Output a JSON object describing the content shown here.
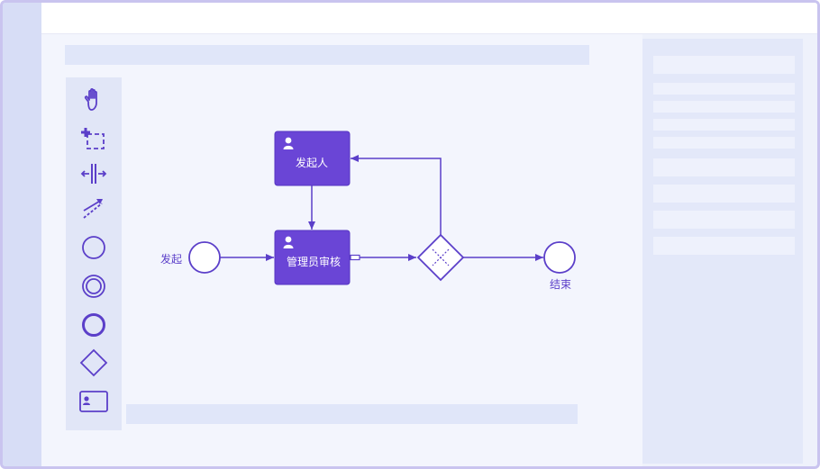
{
  "colors": {
    "accent": "#6a45d6",
    "accent_border": "#5535c2",
    "line": "#5b3fc9",
    "frame_border": "#c9c4ef",
    "canvas_bg": "#f3f5fd",
    "palette_bg": "#e1e6f7"
  },
  "palette": {
    "tools": [
      {
        "icon": "hand-tool-icon"
      },
      {
        "icon": "lasso-tool-icon"
      },
      {
        "icon": "space-tool-icon"
      },
      {
        "icon": "connect-tool-icon"
      },
      {
        "icon": "start-event-icon"
      },
      {
        "icon": "intermediate-event-icon"
      },
      {
        "icon": "end-event-icon"
      },
      {
        "icon": "gateway-icon"
      },
      {
        "icon": "user-task-icon"
      }
    ]
  },
  "diagram": {
    "start_event_label": "发起",
    "end_event_label": "结束",
    "tasks": [
      {
        "label": "发起人",
        "icon": "user-icon"
      },
      {
        "label": "管理员审核",
        "icon": "user-icon"
      }
    ],
    "gateway": {
      "type": "exclusive",
      "icon": "x-marker-icon"
    }
  }
}
